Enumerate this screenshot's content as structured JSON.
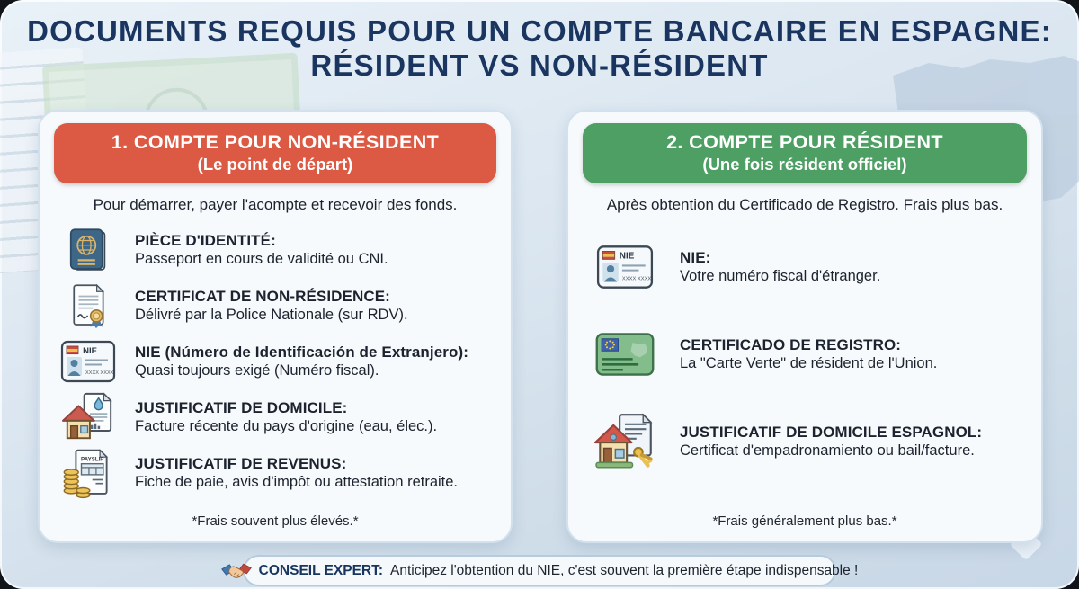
{
  "title": {
    "line1": "DOCUMENTS REQUIS POUR UN COMPTE BANCAIRE EN ESPAGNE:",
    "line2": "RÉSIDENT VS NON-RÉSIDENT"
  },
  "cards": [
    {
      "id": "non-resident",
      "header_line1": "1. COMPTE POUR NON-RÉSIDENT",
      "header_line2": "(Le point de départ)",
      "intro": "Pour démarrer, payer l'acompte et recevoir des fonds.",
      "items": [
        {
          "icon": "passport-icon",
          "title": "PIÈCE D'IDENTITÉ:",
          "desc": "Passeport en cours de validité ou CNI."
        },
        {
          "icon": "certificate-icon",
          "title": "CERTIFICAT DE NON-RÉSIDENCE:",
          "desc": "Délivré par la Police Nationale (sur RDV)."
        },
        {
          "icon": "nie-card-icon",
          "title": "NIE (Número de Identificación de Extranjero):",
          "desc": "Quasi toujours exigé (Numéro fiscal)."
        },
        {
          "icon": "house-utility-bill-icon",
          "title": "JUSTIFICATIF DE DOMICILE:",
          "desc": "Facture récente du pays d'origine (eau, élec.)."
        },
        {
          "icon": "payslip-coins-icon",
          "title": "JUSTIFICATIF DE REVENUS:",
          "desc": "Fiche de paie, avis d'impôt ou attestation retraite."
        }
      ],
      "footnote": "*Frais souvent plus élevés.*"
    },
    {
      "id": "resident",
      "header_line1": "2. COMPTE POUR RÉSIDENT",
      "header_line2": "(Une fois résident officiel)",
      "intro": "Après obtention du Certificado de Registro. Frais plus bas.",
      "items": [
        {
          "icon": "nie-card-icon",
          "title": "NIE:",
          "desc": "Votre numéro fiscal d'étranger."
        },
        {
          "icon": "eu-green-card-icon",
          "title": "CERTIFICADO DE REGISTRO:",
          "desc": "La \"Carte Verte\" de résident de l'Union."
        },
        {
          "icon": "house-key-icon",
          "title": "JUSTIFICATIF DE DOMICILE ESPAGNOL:",
          "desc": "Certificat d'empadronamiento ou bail/facture."
        }
      ],
      "footnote": "*Frais généralement plus bas.*"
    }
  ],
  "footer": {
    "icon": "handshake-icon",
    "label": "CONSEIL EXPERT:",
    "text": "Anticipez l'obtention du NIE, c'est souvent la première étape indispensable !"
  },
  "icon_text": {
    "nie_label": "NIE",
    "nie_number": "XXXX XXXX",
    "payslip_label": "PAYSLIP"
  },
  "colors": {
    "non_resident_header": "#dc5a44",
    "resident_header": "#4d9f64",
    "title_text": "#1a3560",
    "card_background": "#f7fafc",
    "page_background": "#d9e5f0"
  }
}
